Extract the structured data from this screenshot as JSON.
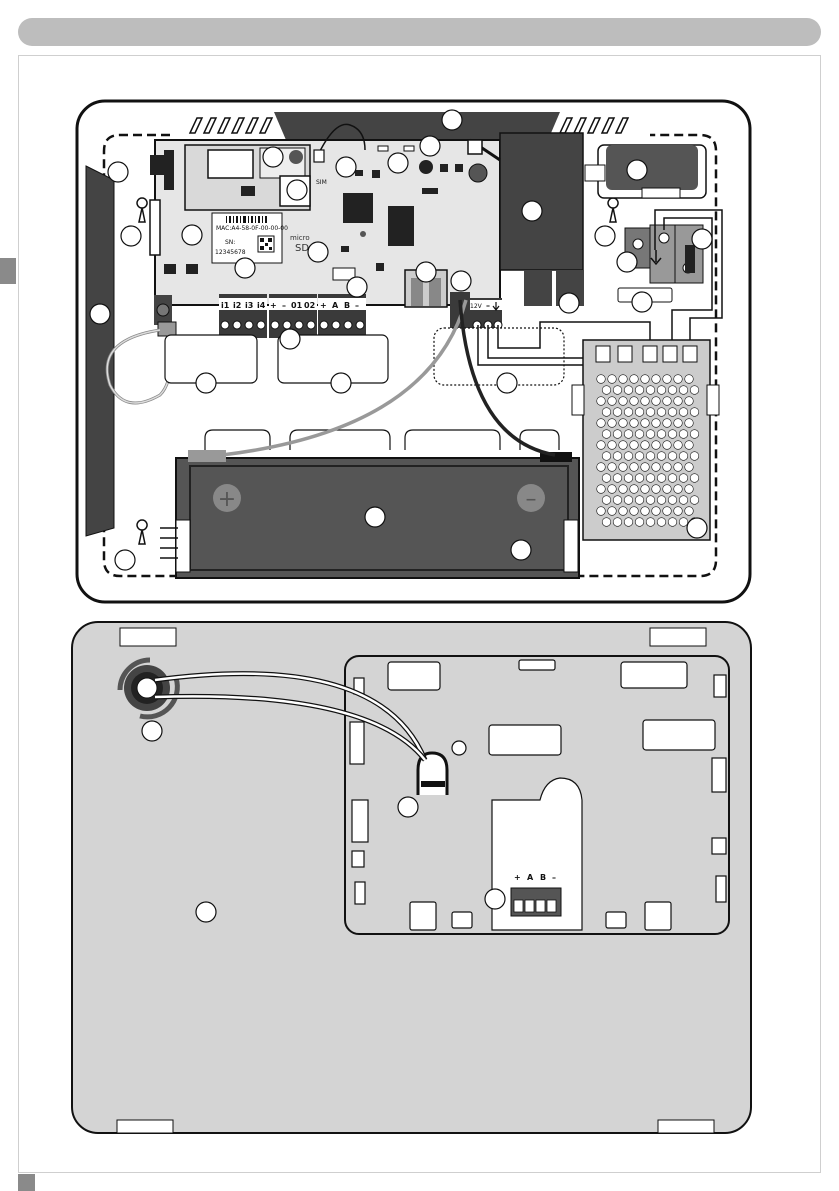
{
  "board": {
    "mac_label": "MAC:A4-58-0F-00-00-00",
    "sn_label": "SN:",
    "sn_value": "12345678",
    "sim_label": "SIM",
    "microsd_top": "micro",
    "microsd_bottom": "SD"
  },
  "terminals": {
    "inputs": [
      "i1",
      "i2",
      "i3",
      "i4"
    ],
    "outputs": [
      "+",
      "–",
      "01",
      "02"
    ],
    "bus": [
      "+",
      "A",
      "B",
      "–"
    ],
    "power_label": "12V",
    "power_minus": "–"
  },
  "battery": {
    "plus": "+",
    "minus": "–"
  },
  "keypad_bus": [
    "+",
    "A",
    "B",
    "–"
  ],
  "colors": {
    "header": "#bdbdbd",
    "enclosure_bg": "#ffffff",
    "lid_bg": "#d4d4d4",
    "board": "#e6e6e6",
    "terminal_green": "#3a3a3a",
    "battery": "#555555",
    "cable_red": "#999999",
    "cable_black": "#222222"
  },
  "icons": [
    "callout-circle-icon",
    "keyhole-icon",
    "qr-code-icon",
    "tamper-spring-icon",
    "cable-gland-icon"
  ]
}
